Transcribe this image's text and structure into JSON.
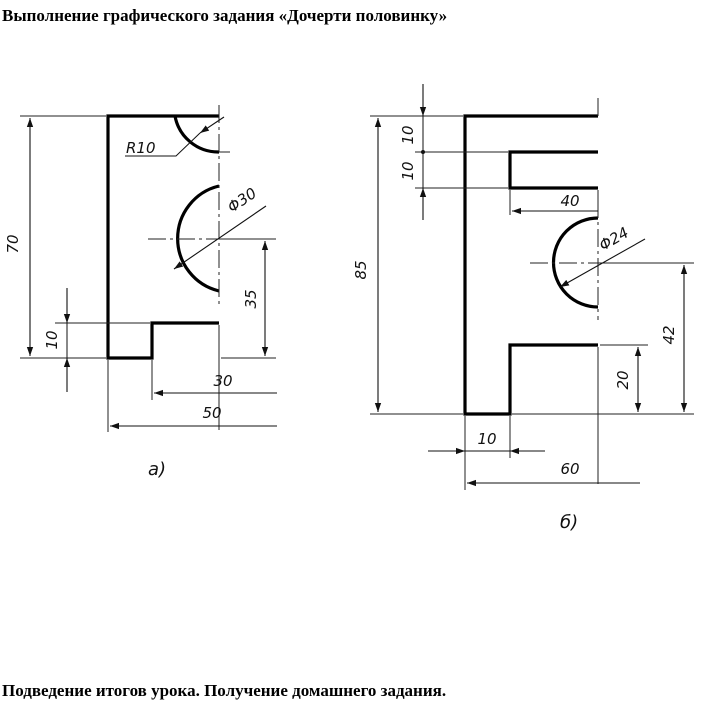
{
  "document": {
    "title": "Выполнение графического задания «Дочерти половинку»",
    "footer": "Подведение итогов урока. Получение домашнего задания."
  },
  "figure_a": {
    "caption": "а)",
    "dims": {
      "r10": "R10",
      "d30": "Φ30",
      "h70": "70",
      "h35": "35",
      "h10": "10",
      "w30": "30",
      "w50": "50"
    }
  },
  "figure_b": {
    "caption": "б)",
    "dims": {
      "h10a": "10",
      "h10b": "10",
      "w40": "40",
      "d24": "Φ24",
      "h85": "85",
      "h42": "42",
      "h20": "20",
      "w10": "10",
      "w60": "60"
    }
  }
}
